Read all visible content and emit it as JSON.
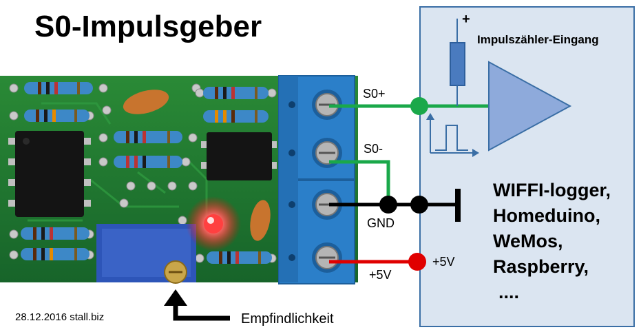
{
  "title": "S0-Impulsgeber",
  "footer": {
    "date_site": "28.12.2016  stall.biz"
  },
  "sensitivity_label": "Empfindlichkeit",
  "terminals": {
    "s0_plus": "S0+",
    "s0_minus": "S0-",
    "gnd": "GND",
    "plus5v": "+5V"
  },
  "device": {
    "input_title": "Impulszähler-Eingang",
    "supply_plus": "+",
    "supply_label": "+5V",
    "targets": [
      "WIFFI-logger,",
      "Homeduino,",
      "WeMos,",
      "Raspberry,",
      "...."
    ]
  },
  "colors": {
    "pcb": "#1f7a2e",
    "terminal_block": "#2b7fc9",
    "device_box": "#dbe5f1",
    "device_border": "#3a6ea5",
    "signal_wire": "#1aa84a",
    "gnd_wire": "#000000",
    "vcc_wire": "#e00000",
    "led": "#ff3030"
  }
}
